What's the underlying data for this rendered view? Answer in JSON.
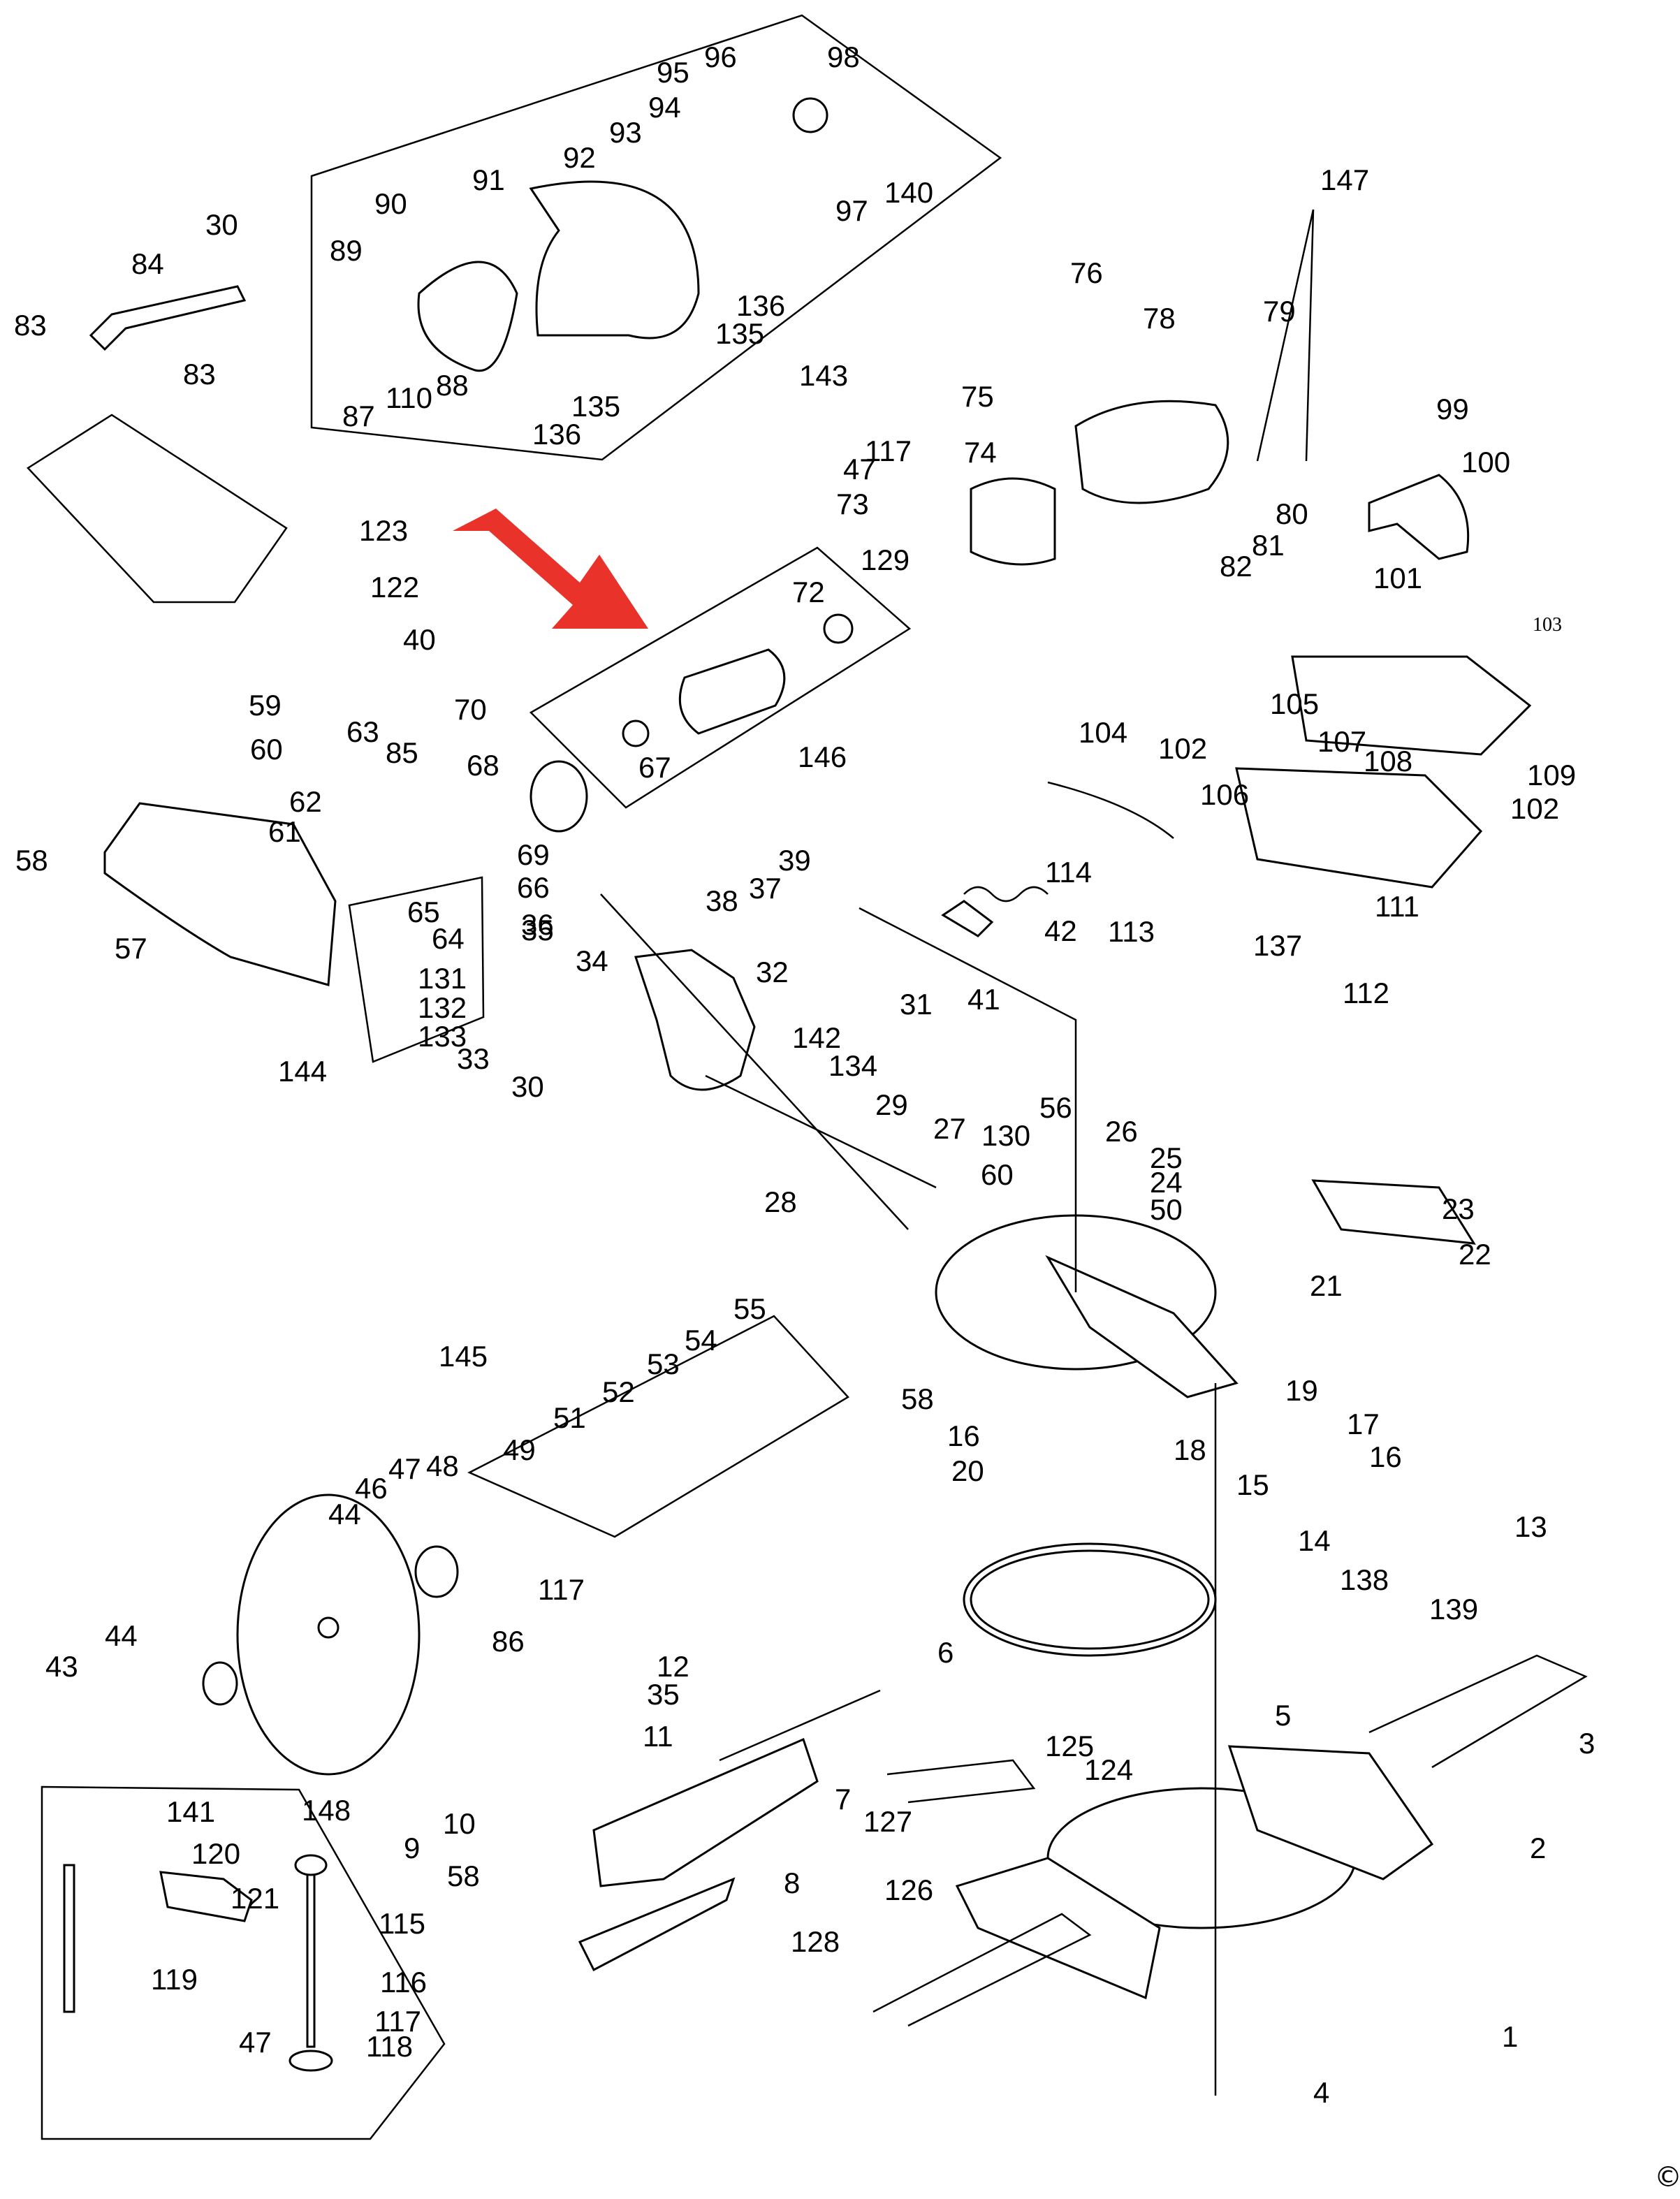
{
  "diagram": {
    "labels": {
      "p1": "1",
      "p2": "2",
      "p3": "3",
      "p4": "4",
      "p5": "5",
      "p6": "6",
      "p7": "7",
      "p8": "8",
      "p9": "9",
      "p10": "10",
      "p11": "11",
      "p12": "12",
      "p13": "13",
      "p14": "14",
      "p15": "15",
      "p16a": "16",
      "p16b": "16",
      "p17": "17",
      "p18": "18",
      "p19": "19",
      "p20": "20",
      "p21": "21",
      "p22": "22",
      "p23": "23",
      "p24": "24",
      "p25": "25",
      "p26": "26",
      "p27": "27",
      "p28": "28",
      "p29": "29",
      "p30a": "30",
      "p30b": "30",
      "p31": "31",
      "p32": "32",
      "p33": "33",
      "p34": "34",
      "p35a": "35",
      "p35b": "35",
      "p36": "36",
      "p37": "37",
      "p38": "38",
      "p39": "39",
      "p40": "40",
      "p41": "41",
      "p42": "42",
      "p43": "43",
      "p44a": "44",
      "p44b": "44",
      "p46": "46",
      "p47a": "47",
      "p47b": "47",
      "p47c": "47",
      "p48": "48",
      "p49": "49",
      "p50": "50",
      "p51": "51",
      "p52": "52",
      "p53": "53",
      "p54": "54",
      "p55": "55",
      "p56": "56",
      "p57": "57",
      "p58a": "58",
      "p58b": "58",
      "p58c": "58",
      "p59": "59",
      "p60a": "60",
      "p60b": "60",
      "p61": "61",
      "p62": "62",
      "p63": "63",
      "p64": "64",
      "p65": "65",
      "p66": "66",
      "p67": "67",
      "p68": "68",
      "p69": "69",
      "p70": "70",
      "p72": "72",
      "p73": "73",
      "p74": "74",
      "p75": "75",
      "p76": "76",
      "p78": "78",
      "p79": "79",
      "p80": "80",
      "p81": "81",
      "p82": "82",
      "p83a": "83",
      "p83b": "83",
      "p84": "84",
      "p85": "85",
      "p86": "86",
      "p87": "87",
      "p88": "88",
      "p89": "89",
      "p90": "90",
      "p91": "91",
      "p92": "92",
      "p93": "93",
      "p94": "94",
      "p95": "95",
      "p96": "96",
      "p97": "97",
      "p98": "98",
      "p99": "99",
      "p100": "100",
      "p101": "101",
      "p102a": "102",
      "p102b": "102",
      "p103": "103",
      "p104": "104",
      "p105": "105",
      "p106": "106",
      "p107": "107",
      "p108": "108",
      "p109": "109",
      "p110": "110",
      "p111": "111",
      "p112": "112",
      "p113": "113",
      "p114": "114",
      "p115": "115",
      "p116": "116",
      "p117a": "117",
      "p117b": "117",
      "p117c": "117",
      "p118": "118",
      "p119": "119",
      "p120": "120",
      "p121": "121",
      "p122": "122",
      "p123": "123",
      "p124": "124",
      "p125": "125",
      "p126": "126",
      "p127": "127",
      "p128": "128",
      "p129": "129",
      "p130": "130",
      "p131": "131",
      "p132": "132",
      "p133": "133",
      "p134": "134",
      "p135a": "135",
      "p135b": "135",
      "p136a": "136",
      "p136b": "136",
      "p137": "137",
      "p138": "138",
      "p139": "139",
      "p140": "140",
      "p141": "141",
      "p142": "142",
      "p143": "143",
      "p144": "144",
      "p145": "145",
      "p146": "146",
      "p147": "147",
      "p148": "148"
    },
    "copyright": "©",
    "arrow_color": "#e8322a"
  }
}
